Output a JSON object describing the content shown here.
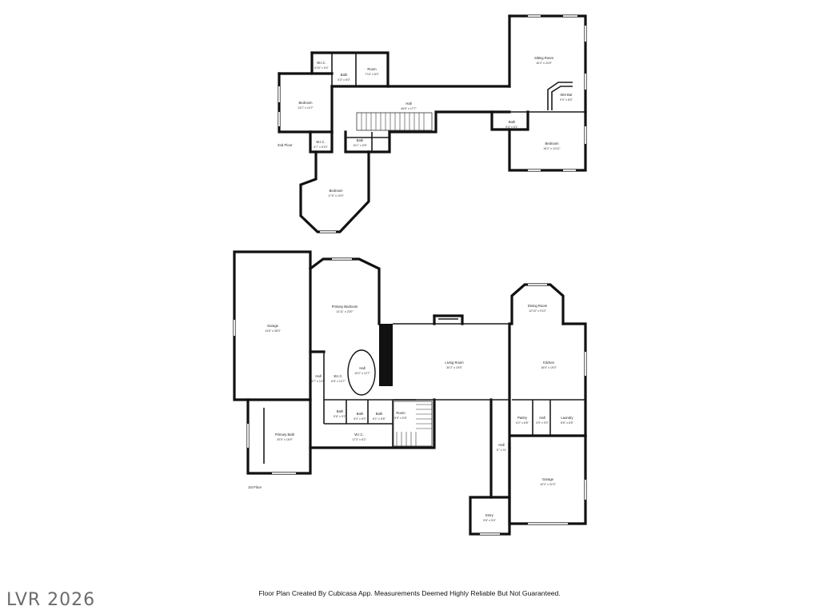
{
  "floors": {
    "second": "2nd Floor",
    "first": "1st Floor"
  },
  "rooms": {
    "wic_top": {
      "name": "W.I.C.",
      "dim": "6'10\" x 5'4\""
    },
    "bath_top": {
      "name": "Bath",
      "dim": "5'3\" x 8'0\""
    },
    "room_top": {
      "name": "Room",
      "dim": "7'10\" x 8'0\""
    },
    "bedroom_left": {
      "name": "Bedroom",
      "dim": "14'1\" x 14'7\""
    },
    "hall_upper": {
      "name": "Hall",
      "dim": "46'6\" x 17'7\""
    },
    "sitting_room": {
      "name": "Sitting Room",
      "dim": "16'2\" x 24'9\""
    },
    "wet_bar": {
      "name": "Wet Bar",
      "dim": "9'3\" x 8'6\""
    },
    "bath_right": {
      "name": "Bath",
      "dim": "9'4\" x 5'1\""
    },
    "bedroom_right": {
      "name": "Bedroom",
      "dim": "16'2\" x 14'11\""
    },
    "wic_lower": {
      "name": "W.I.C.",
      "dim": "5'7\" x 5'10\""
    },
    "bath_mid": {
      "name": "Bath",
      "dim": "10'1\" x 5'8\""
    },
    "bedroom_octagon": {
      "name": "Bedroom",
      "dim": "17'0\" x 19'0\""
    },
    "garage_left": {
      "name": "Garage",
      "dim": "14'6\" x 38'3\""
    },
    "primary_bedroom": {
      "name": "Primary Bedroom",
      "dim": "14'11\" x 23'0\""
    },
    "hall_1": {
      "name": "Hall",
      "dim": "3'7\" x 13'6\""
    },
    "wic_1": {
      "name": "W.I.C.",
      "dim": "6'6\" x 12'7\""
    },
    "hall_oval": {
      "name": "Hall",
      "dim": "15'2\" x 12'7\""
    },
    "living_room": {
      "name": "Living Room",
      "dim": "30'2\" x 19'5\""
    },
    "dining_room": {
      "name": "Dining Room",
      "dim": "12'10\" x 9'10\""
    },
    "kitchen": {
      "name": "Kitchen",
      "dim": "18'5\" x 19'0\""
    },
    "primary_bath": {
      "name": "Primary Bath",
      "dim": "20'0\" x 16'9\""
    },
    "bath_1a": {
      "name": "Bath",
      "dim": "5'6\" x 5'2\""
    },
    "bath_1b": {
      "name": "Bath",
      "dim": "5'4\" x 5'0\""
    },
    "bath_1c": {
      "name": "Bath",
      "dim": "8'1\" x 5'8\""
    },
    "room_1": {
      "name": "Room",
      "dim": "5'5\" x 5'8\""
    },
    "wic_2": {
      "name": "W.I.C.",
      "dim": "17'3\" x 6'2\""
    },
    "pantry": {
      "name": "Pantry",
      "dim": "6'2\" x 6'8\""
    },
    "hall_2": {
      "name": "Hall",
      "dim": "4'9\" x 9'0\""
    },
    "laundry": {
      "name": "Laundry",
      "dim": "8'6\" x 6'8\""
    },
    "hall_3": {
      "name": "Hall",
      "dim": "5'\" x 21'"
    },
    "garage_right": {
      "name": "Garage",
      "dim": "19'2\" x 22'3\""
    },
    "entry": {
      "name": "Entry",
      "dim": "9'8\" x 5'4\""
    }
  },
  "footer": "Floor Plan Created By Cubicasa App. Measurements Deemed Highly Reliable But Not Guaranteed.",
  "watermark": "LVR 2026"
}
